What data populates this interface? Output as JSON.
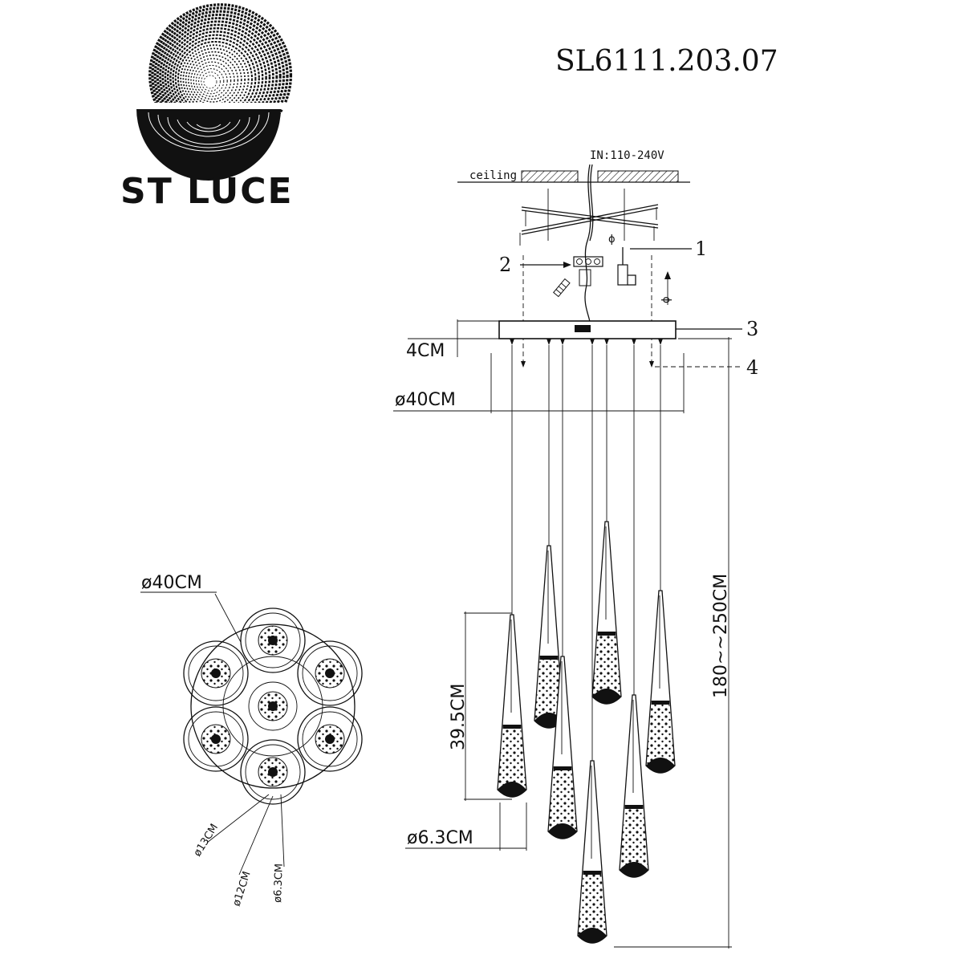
{
  "header": {
    "brand": "ST LUCE",
    "model": "SL6111.203.07"
  },
  "install": {
    "input_label": "IN:110-240V",
    "ceiling_label": "ceiling",
    "callouts": [
      "1",
      "2",
      "3",
      "4"
    ]
  },
  "side_view": {
    "canopy_height": "4CM",
    "canopy_diameter": "ø40CM",
    "shade_length": "39.5CM",
    "shade_diameter": "ø6.3CM",
    "overall_height": "180~~250CM"
  },
  "top_view": {
    "diameter": "ø40CM",
    "ring_outer": "ø13CM",
    "ring_inner": "ø12CM",
    "shade": "ø6.3CM"
  }
}
